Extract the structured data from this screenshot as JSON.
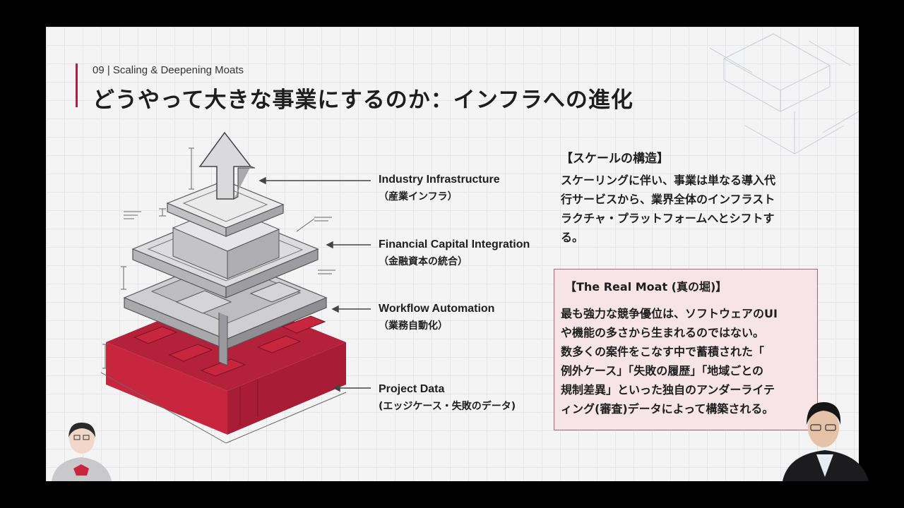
{
  "header": {
    "subtitle": "09 | Scaling & Deepening Moats",
    "title": "どうやって大きな事業にするのか：インフラへの進化"
  },
  "layers": [
    {
      "en": "Industry Infrastructure",
      "jp": "（産業インフラ）"
    },
    {
      "en": "Financial Capital Integration",
      "jp": "（金融資本の統合）"
    },
    {
      "en": "Workflow Automation",
      "jp": "（業務自動化）"
    },
    {
      "en": "Project Data",
      "jp": "(エッジケース・失敗のデータ)"
    }
  ],
  "scale": {
    "heading": "【スケールの構造】",
    "lines": [
      "スケーリングに伴い、事業は単なる導入代",
      "行サービスから、業界全体のインフラスト",
      "ラクチャ・プラットフォームへとシフトす",
      "る。"
    ]
  },
  "moat": {
    "heading": "【The Real Moat (真の堀)】",
    "lines": [
      "最も強力な競争優位は、ソフトウェアのUI",
      "や機能の多さから生まれるのではない。",
      "数多くの案件をこなす中で蓄積された「",
      "例外ケース」「失敗の履歴」「地域ごとの",
      "規制差異」といった独自のアンダーライテ",
      "ィング(審査)データによって構築される。"
    ]
  },
  "colors": {
    "accent": "#b01e3c",
    "base_red": "#c8263f",
    "moat_bg": "#f6e4e7"
  }
}
